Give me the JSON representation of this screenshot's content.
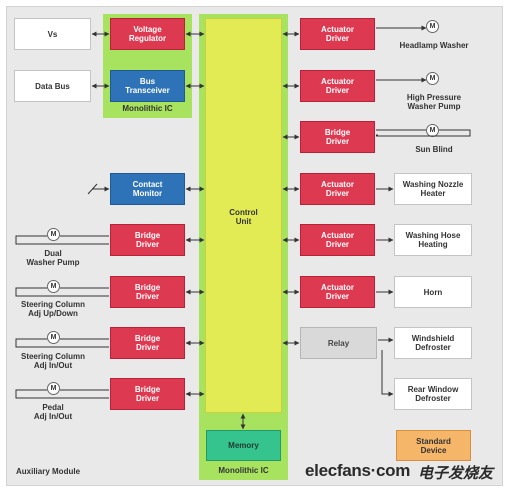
{
  "inputs": {
    "vs": "Vs",
    "data_bus": "Data Bus"
  },
  "ic_top": {
    "voltage_regulator": "Voltage\nRegulator",
    "bus_transceiver": "Bus\nTransceiver",
    "label": "Monolithic IC"
  },
  "control": {
    "label": "Control\nUnit",
    "memory": "Memory",
    "ic_label": "Monolithic IC"
  },
  "contact_monitor": "Contact\nMonitor",
  "left_loads": [
    {
      "block": "Bridge\nDriver",
      "caption": "Dual\nWasher Pump"
    },
    {
      "block": "Bridge\nDriver",
      "caption": "Steering Column\nAdj Up/Down"
    },
    {
      "block": "Bridge\nDriver",
      "caption": "Steering Column\nAdj In/Out"
    },
    {
      "block": "Bridge\nDriver",
      "caption": "Pedal\nAdj In/Out"
    }
  ],
  "right_loads": [
    {
      "block": "Actuator\nDriver",
      "caption": "Headlamp Washer"
    },
    {
      "block": "Actuator\nDriver",
      "caption": "High Pressure\nWasher Pump"
    },
    {
      "block": "Bridge\nDriver",
      "caption": "Sun Blind"
    },
    {
      "block": "Actuator\nDriver",
      "caption": "Washing Nozzle\nHeater"
    },
    {
      "block": "Actuator\nDriver",
      "caption": "Washing Hose\nHeating"
    },
    {
      "block": "Actuator\nDriver",
      "caption": "Horn"
    },
    {
      "block": "Relay",
      "caption": "Windshield\nDefroster"
    }
  ],
  "rear_window": "Rear Window\nDefroster",
  "motor_symbol": "M",
  "legend": {
    "auxiliary_module": "Auxiliary Module",
    "standard_device": "Standard\nDevice"
  },
  "watermark": {
    "site": "elecfans·com",
    "cn": "电子发烧友"
  },
  "colors": {
    "driver": "#dd3a52",
    "interface": "#2e73b8",
    "memory": "#35c48e",
    "control_unit": "#e2ea54",
    "monolithic_ic": "#a7e35f",
    "relay": "#d9d9d9",
    "standard_device": "#f5b66a"
  }
}
